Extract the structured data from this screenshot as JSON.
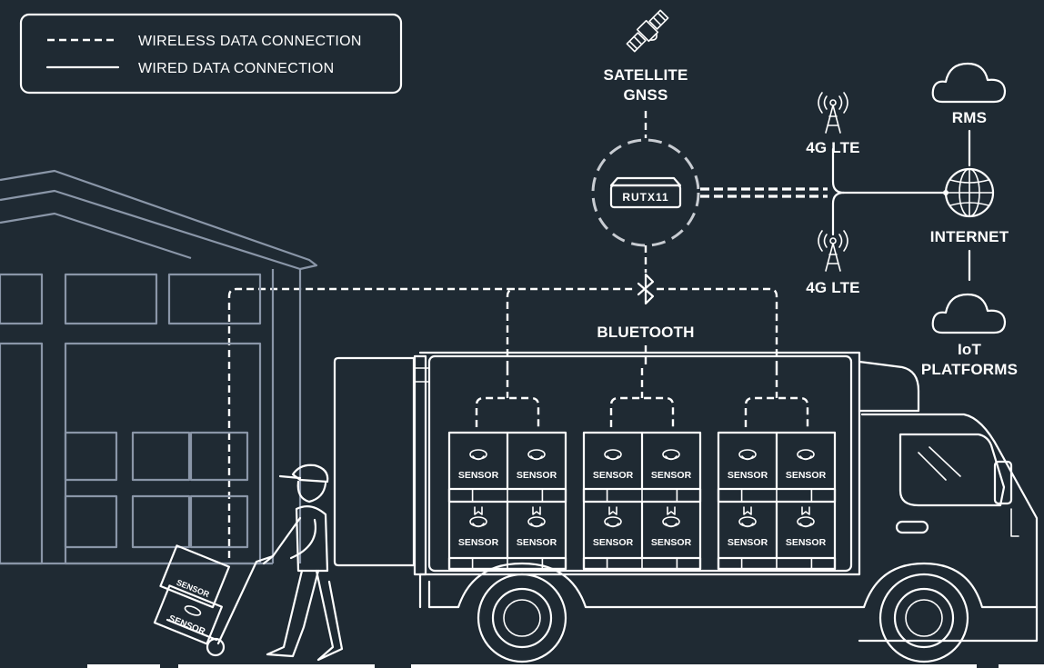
{
  "legend": {
    "wireless": "WIRELESS DATA CONNECTION",
    "wired": "WIRED DATA CONNECTION"
  },
  "nodes": {
    "satellite_line1": "SATELLITE",
    "satellite_line2": "GNSS",
    "router": "RUTX11",
    "lte_top": "4G LTE",
    "lte_bottom": "4G LTE",
    "rms": "RMS",
    "internet": "INTERNET",
    "iot_line1": "IoT",
    "iot_line2": "PLATFORMS",
    "bluetooth": "BLUETOOTH"
  },
  "sensor_label": "SENSOR",
  "colors": {
    "background": "#1f2a33",
    "line": "#ffffff",
    "warehouse": "#8a96a8"
  },
  "icons": [
    "satellite-icon",
    "router-icon",
    "cell-tower-icon",
    "cloud-icon",
    "globe-icon",
    "bluetooth-icon",
    "truck-icon",
    "warehouse-icon",
    "worker-icon",
    "sensor-icon"
  ]
}
